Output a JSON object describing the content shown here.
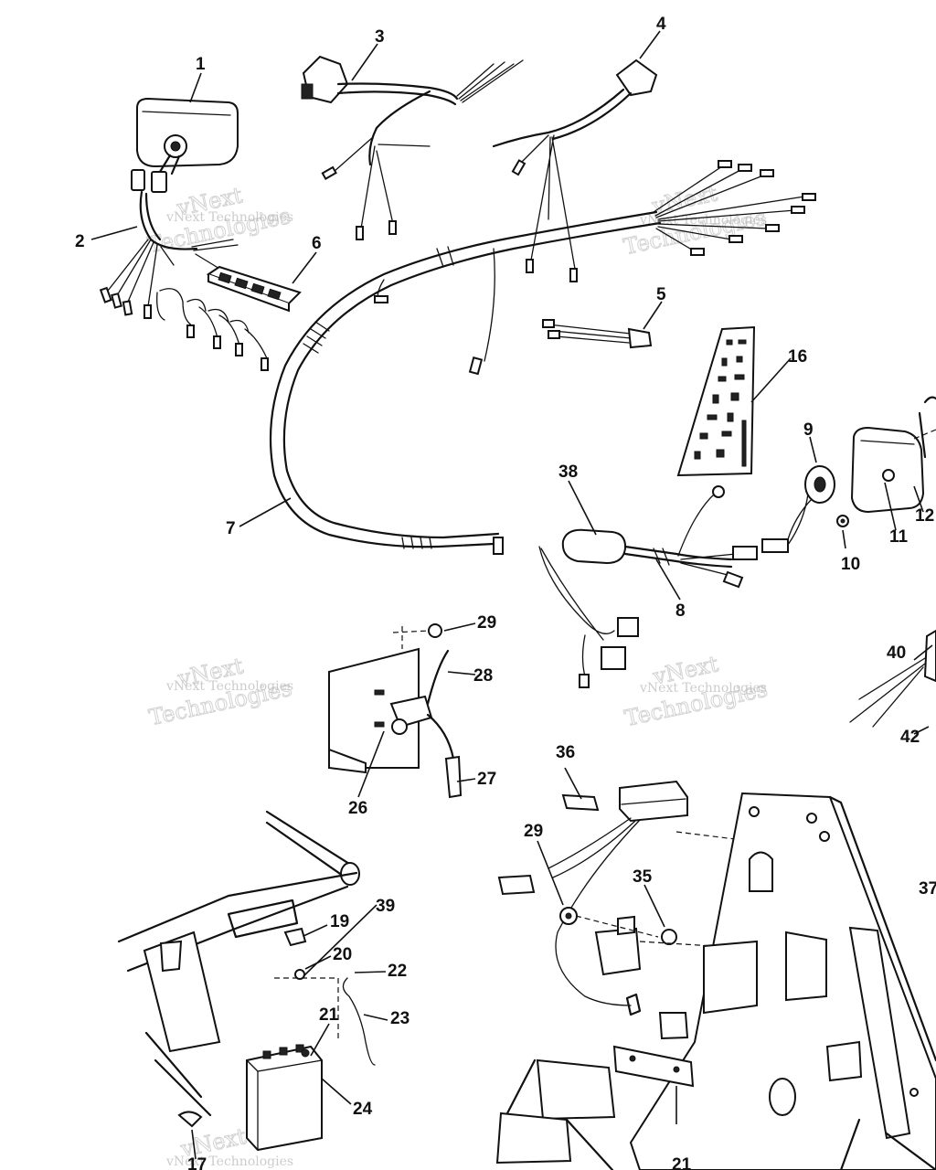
{
  "diagram": {
    "watermark_line1": "vNext",
    "watermark_line2": "Technologies",
    "watermark_small": "vNext Technologies",
    "callouts": [
      "1",
      "2",
      "3",
      "4",
      "5",
      "6",
      "7",
      "8",
      "9",
      "10",
      "11",
      "12",
      "16",
      "17",
      "19",
      "20",
      "21",
      "22",
      "23",
      "24",
      "26",
      "27",
      "28",
      "29",
      "29",
      "35",
      "36",
      "37",
      "38",
      "39",
      "40",
      "42"
    ]
  }
}
